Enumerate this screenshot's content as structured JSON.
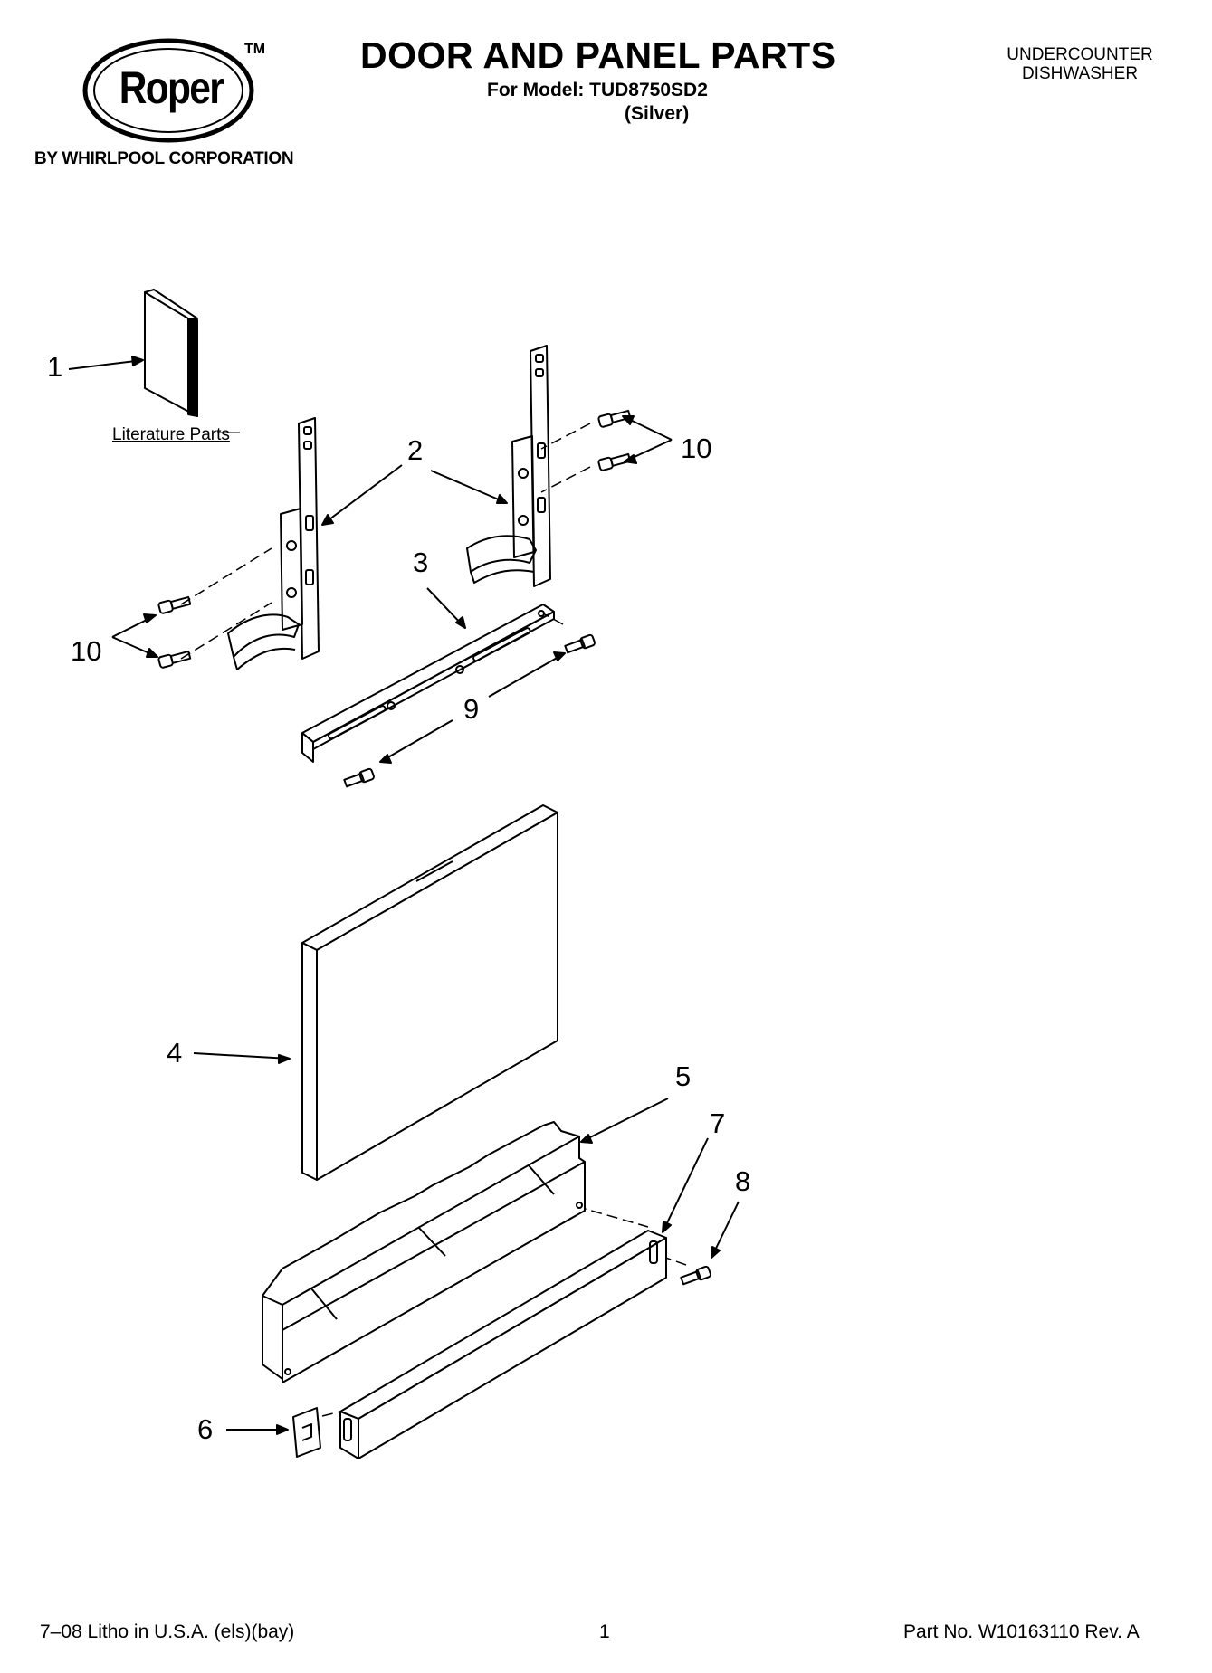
{
  "header": {
    "brand": "Roper",
    "trademark": "TM",
    "corporation": "BY WHIRLPOOL CORPORATION",
    "title": "DOOR AND PANEL PARTS",
    "model_line": "For Model: TUD8750SD2",
    "variant": "(Silver)",
    "appliance_line1": "UNDERCOUNTER",
    "appliance_line2": "DISHWASHER"
  },
  "diagram": {
    "literature_label": "Literature Parts",
    "callouts": [
      "1",
      "2",
      "3",
      "4",
      "5",
      "6",
      "7",
      "8",
      "9",
      "10",
      "10"
    ]
  },
  "footer": {
    "print_info": "7–08 Litho in U.S.A. (els)(bay)",
    "page_number": "1",
    "part_number": "Part No. W10163110 Rev. A"
  }
}
